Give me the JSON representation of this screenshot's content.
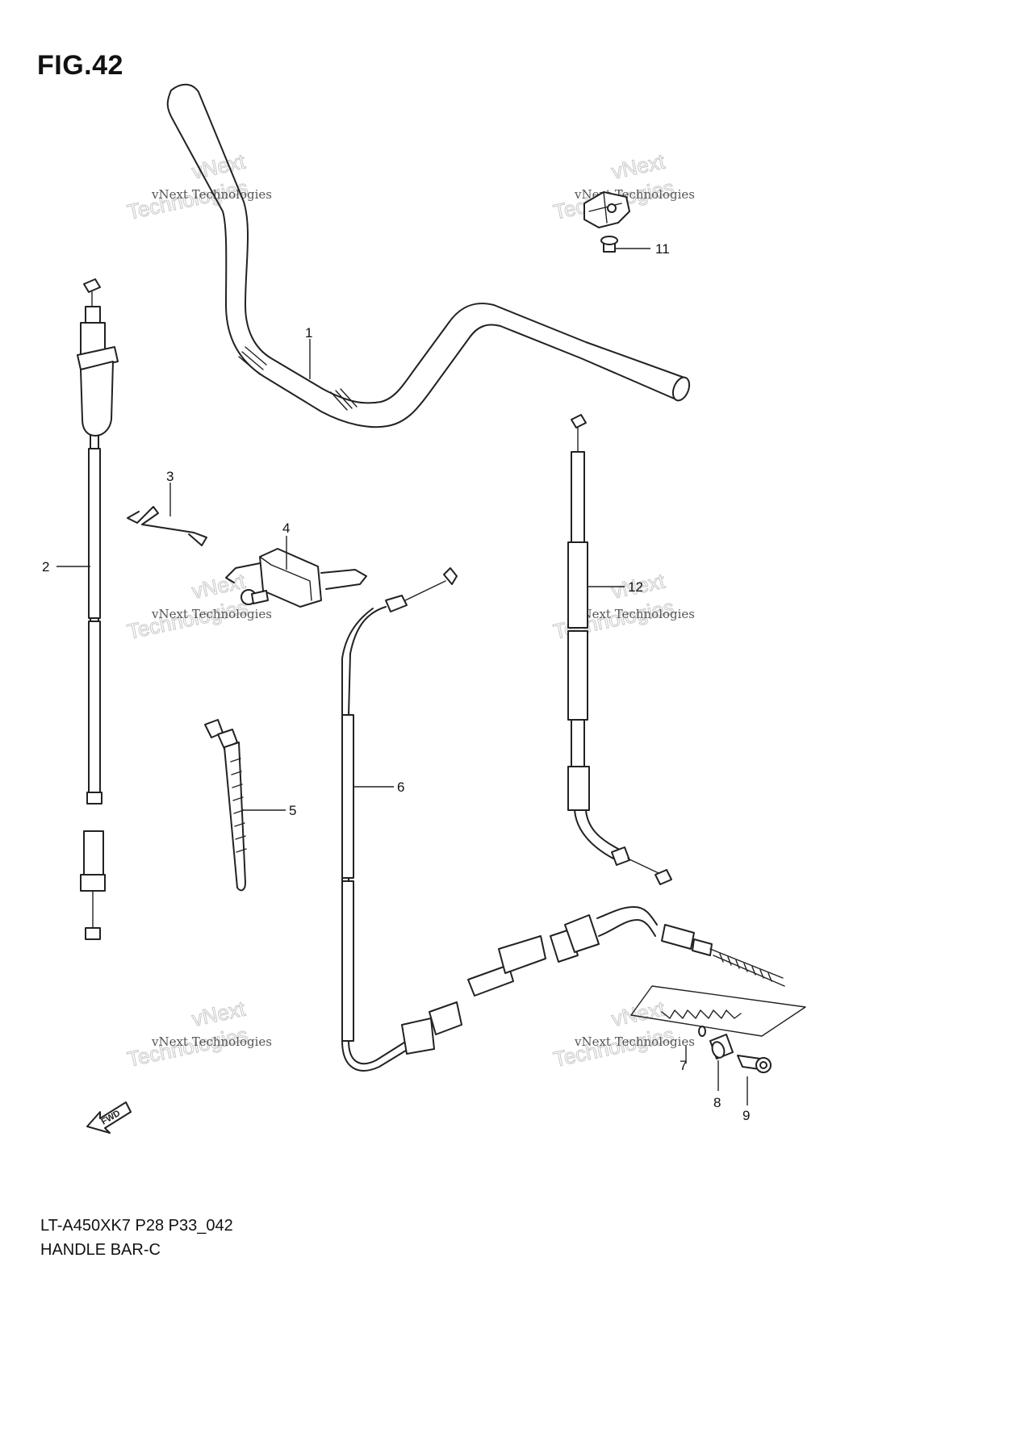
{
  "figure": {
    "title": "FIG.42",
    "model_code": "LT-A450XK7 P28 P33_042",
    "name": "HANDLE BAR-C"
  },
  "callouts": [
    "1",
    "2",
    "3",
    "4",
    "5",
    "6",
    "7",
    "8",
    "9",
    "11",
    "12"
  ],
  "watermark": {
    "line_small": "vNext Technologies",
    "line_top": "vNext",
    "line_bottom": "Technologies"
  },
  "fwd_label": "FWD",
  "colors": {
    "ink": "#222222",
    "watermark": "#c8c8c8",
    "background": "#ffffff"
  }
}
